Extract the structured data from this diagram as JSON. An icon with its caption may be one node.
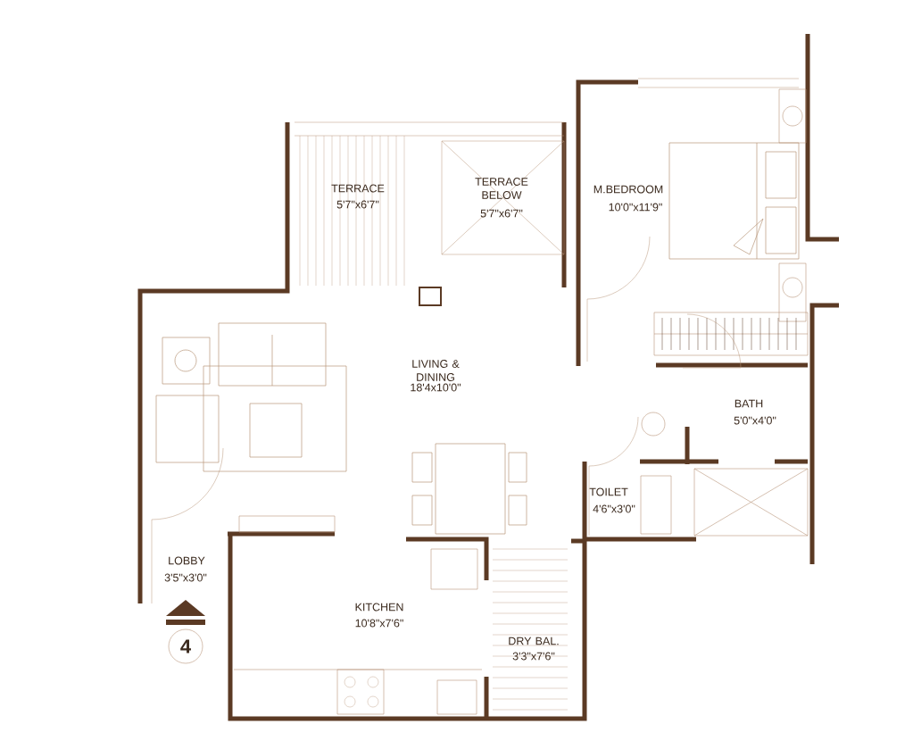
{
  "diagram": {
    "nodes": [
      {
        "text": [
          "4"
        ]
      }
    ],
    "labels": [
      "TERRACE",
      "5'7\"x6'7\"",
      "TERRACE BELOW",
      "5'7\"x6'7\"",
      "M.BEDROOM",
      "10'0\"x11'9\"",
      "LIVING & DINING",
      "18'4x10'0\"",
      "BATH",
      "5'0\"x4'0\"",
      "TOILET",
      "4'6\"x3'0\"",
      "LOBBY",
      "3'5\"x3'0\"",
      "KITCHEN",
      "10'8\"x7'6\"",
      "DRY BAL.",
      "3'3\"x7'6\""
    ]
  }
}
